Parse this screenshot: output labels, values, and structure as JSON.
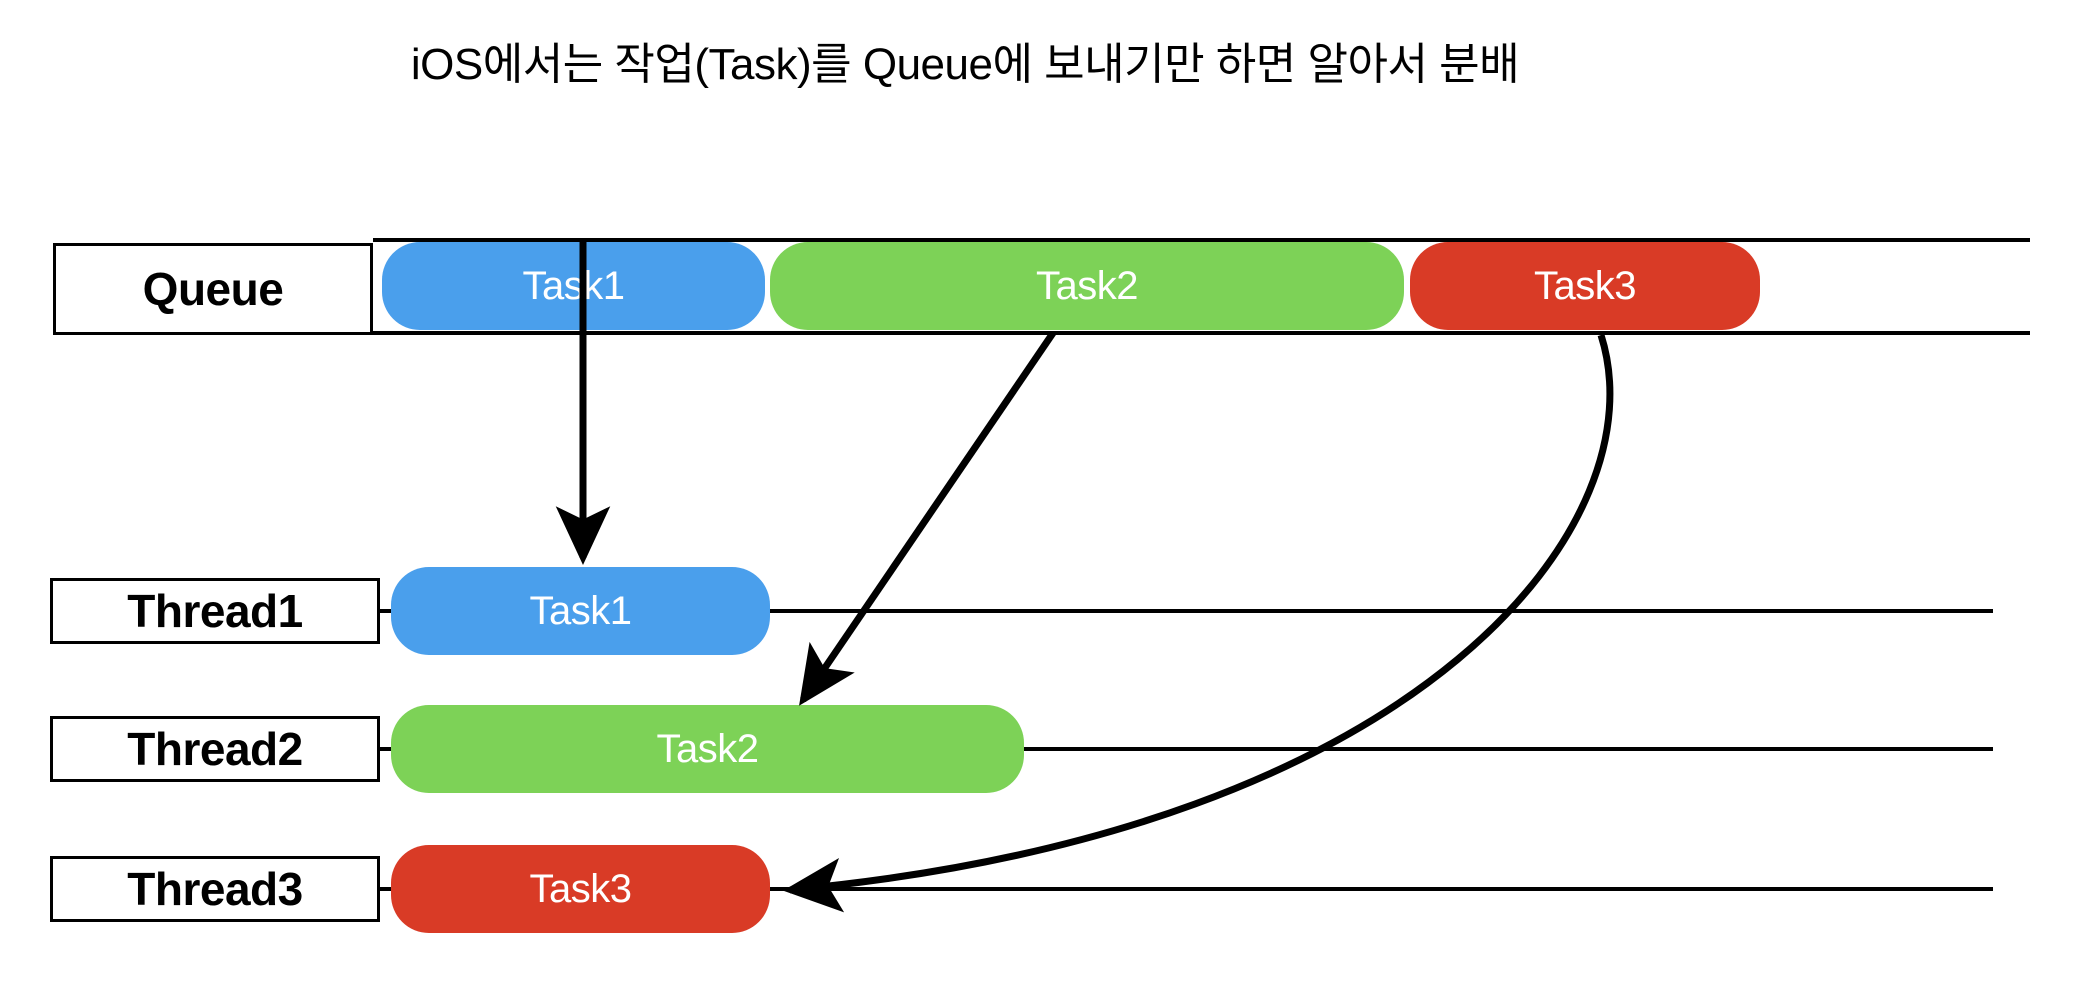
{
  "title": "iOS에서는 작업(Task)를 Queue에 보내기만 하면 알아서 분배",
  "colors": {
    "task1": "#4a9fec",
    "task2": "#7dd257",
    "task3": "#d93b26",
    "line": "#000000",
    "background": "#ffffff",
    "label_text": "#000000",
    "pill_text": "#ffffff"
  },
  "queue": {
    "label": "Queue",
    "tasks": [
      {
        "label": "Task1",
        "color": "#4a9fec"
      },
      {
        "label": "Task2",
        "color": "#7dd257"
      },
      {
        "label": "Task3",
        "color": "#d93b26"
      }
    ]
  },
  "threads": [
    {
      "label": "Thread1",
      "task": {
        "label": "Task1",
        "color": "#4a9fec"
      }
    },
    {
      "label": "Thread2",
      "task": {
        "label": "Task2",
        "color": "#7dd257"
      }
    },
    {
      "label": "Thread3",
      "task": {
        "label": "Task3",
        "color": "#d93b26"
      }
    }
  ],
  "arrows": [
    {
      "name": "queue-task1-to-thread1",
      "from": "Task1",
      "to": "Thread1",
      "shape": "straight-vertical"
    },
    {
      "name": "queue-task2-to-thread2",
      "from": "Task2",
      "to": "Thread2",
      "shape": "diagonal"
    },
    {
      "name": "queue-task3-to-thread3",
      "from": "Task3",
      "to": "Thread3",
      "shape": "curve"
    }
  ]
}
